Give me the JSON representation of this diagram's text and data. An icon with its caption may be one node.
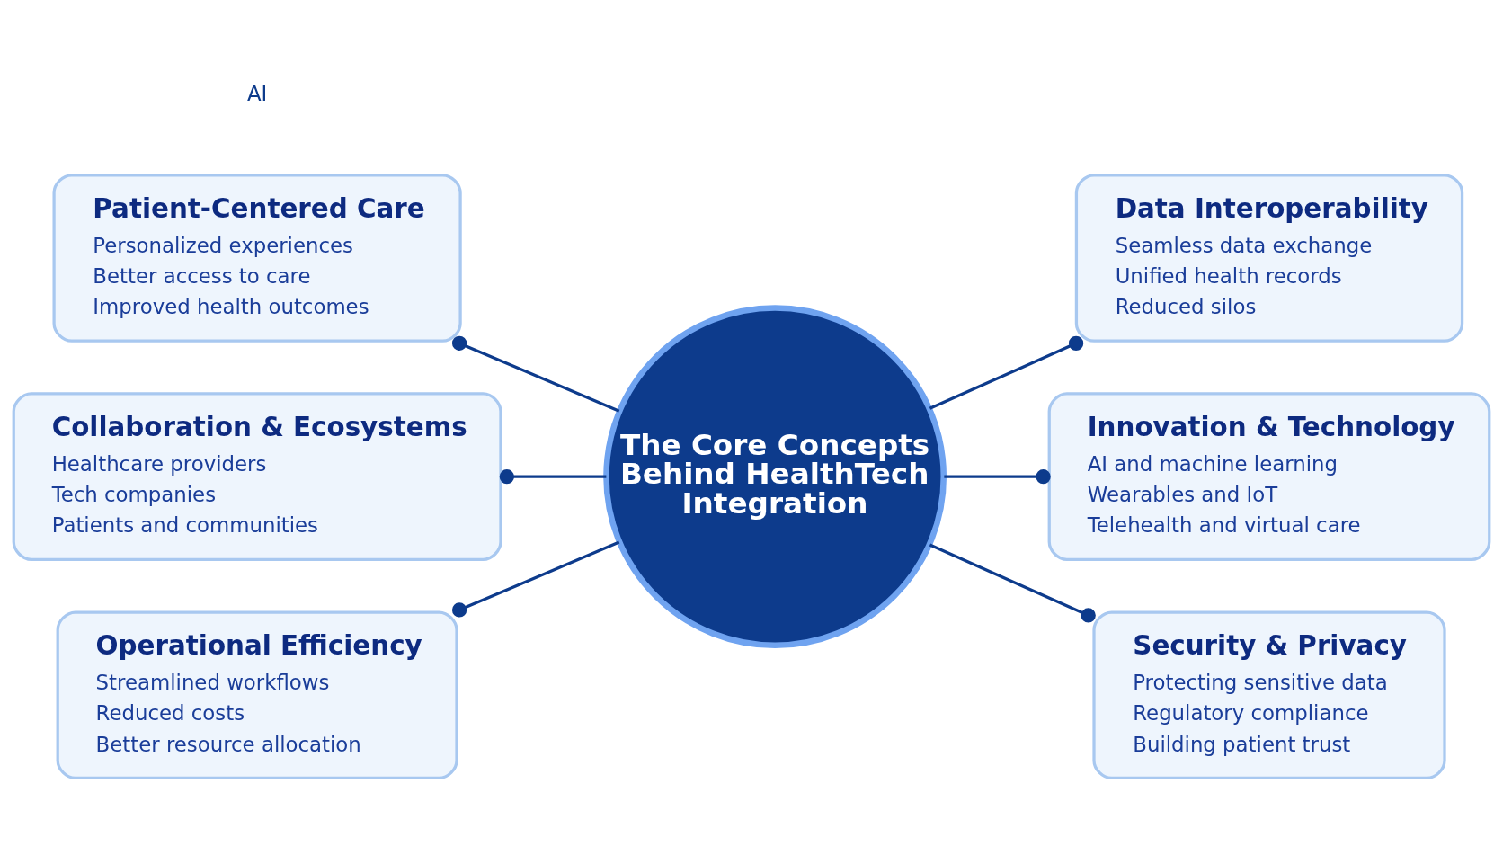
{
  "diagram": {
    "nodes": [
      {
        "text": [
          "The Core Concepts Behind HealthTech Integration"
        ]
      },
      {
        "text": [
          "Patient-Centered Care",
          "Personalized experiences",
          "Better access to care",
          "Improved health outcomes"
        ]
      },
      {
        "text": [
          "Data Interoperability",
          "Seamless data exchange",
          "Unified health records",
          "Reduced silos"
        ]
      },
      {
        "text": [
          "Collaboration & Ecosystems",
          "Healthcare providers",
          "Tech companies",
          "Patients and communities"
        ]
      },
      {
        "text": [
          "Innovation & Technology",
          "AI and machine learning",
          "Wearables and IoT",
          "Telehealth and virtual care"
        ]
      },
      {
        "text": [
          "Operational Efficiency",
          "Streamlined workflows",
          "Reduced costs",
          "Better resource allocation"
        ]
      },
      {
        "text": [
          "Security & Privacy",
          "Protecting sensitive data",
          "Regulatory compliance",
          "Building patient trust"
        ]
      }
    ],
    "edges": [
      {
        "from": 0,
        "to": 1,
        "arrow": "other"
      },
      {
        "from": 0,
        "to": 2,
        "arrow": "other"
      },
      {
        "from": 0,
        "to": 3,
        "arrow": "other"
      },
      {
        "from": 0,
        "to": 4,
        "arrow": "other"
      },
      {
        "from": 0,
        "to": 5,
        "arrow": "other"
      },
      {
        "from": 0,
        "to": 6,
        "arrow": "other"
      }
    ],
    "labels": [
      "AI"
    ]
  }
}
